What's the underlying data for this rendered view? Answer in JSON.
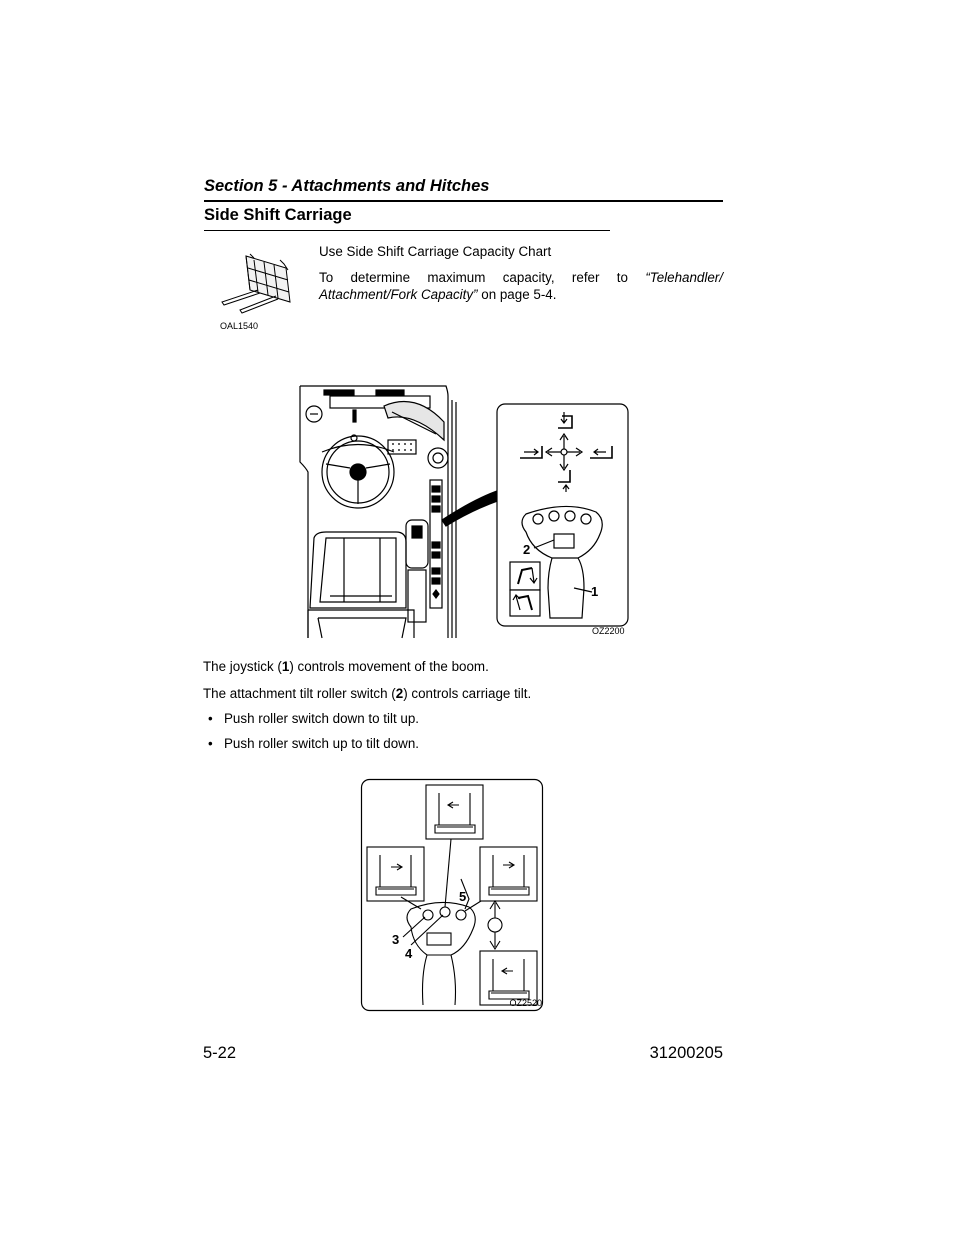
{
  "section_title": "Section 5 - Attachments and Hitches",
  "subsection_title": "Side Shift Carriage",
  "intro": {
    "chart_line": "Use Side Shift Carriage Capacity Chart",
    "capacity_pre": "To determine maximum capacity, refer to",
    "capacity_ref": "“Telehandler/ Attachment/Fork Capacity”",
    "capacity_post": "on page 5-4.",
    "image_code": "OAL1540"
  },
  "figure1": {
    "code": "OZ2200",
    "label_joystick": "1",
    "label_roller": "2"
  },
  "paragraphs": {
    "joystick_pre": "The joystick (",
    "joystick_num": "1",
    "joystick_post": ") controls movement of the boom.",
    "tilt_pre": "The attachment tilt roller switch (",
    "tilt_num": "2",
    "tilt_post": ") controls carriage tilt."
  },
  "bullets": [
    "Push roller switch down to tilt up.",
    "Push roller switch up to tilt down."
  ],
  "figure2": {
    "code": "OZ2520",
    "label_3": "3",
    "label_4": "4",
    "label_5": "5"
  },
  "footer": {
    "page_number": "5-22",
    "doc_number": "31200205"
  }
}
